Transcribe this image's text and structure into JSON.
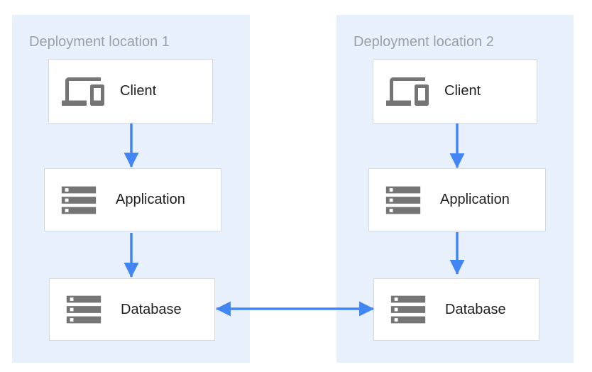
{
  "diagram": {
    "panels": [
      {
        "id": "deployment-location-1",
        "title": "Deployment location 1",
        "nodes": [
          {
            "id": "client-1",
            "label": "Client",
            "icon": "devices-icon"
          },
          {
            "id": "application-1",
            "label": "Application",
            "icon": "server-stack-icon"
          },
          {
            "id": "database-1",
            "label": "Database",
            "icon": "server-stack-icon"
          }
        ]
      },
      {
        "id": "deployment-location-2",
        "title": "Deployment location 2",
        "nodes": [
          {
            "id": "client-2",
            "label": "Client",
            "icon": "devices-icon"
          },
          {
            "id": "application-2",
            "label": "Application",
            "icon": "server-stack-icon"
          },
          {
            "id": "database-2",
            "label": "Database",
            "icon": "server-stack-icon"
          }
        ]
      }
    ],
    "connections": [
      {
        "from": "client-1",
        "to": "application-1",
        "direction": "one-way"
      },
      {
        "from": "application-1",
        "to": "database-1",
        "direction": "one-way"
      },
      {
        "from": "client-2",
        "to": "application-2",
        "direction": "one-way"
      },
      {
        "from": "application-2",
        "to": "database-2",
        "direction": "one-way"
      },
      {
        "from": "database-1",
        "to": "database-2",
        "direction": "two-way"
      }
    ]
  },
  "colors": {
    "panel_bg": "#e8f0fb",
    "box_bg": "#ffffff",
    "box_border": "#d8d9da",
    "arrow": "#4285f4",
    "icon": "#757575",
    "title_text": "#9aa0a6",
    "label_text": "#212124",
    "page_bg": "#ffffff"
  }
}
